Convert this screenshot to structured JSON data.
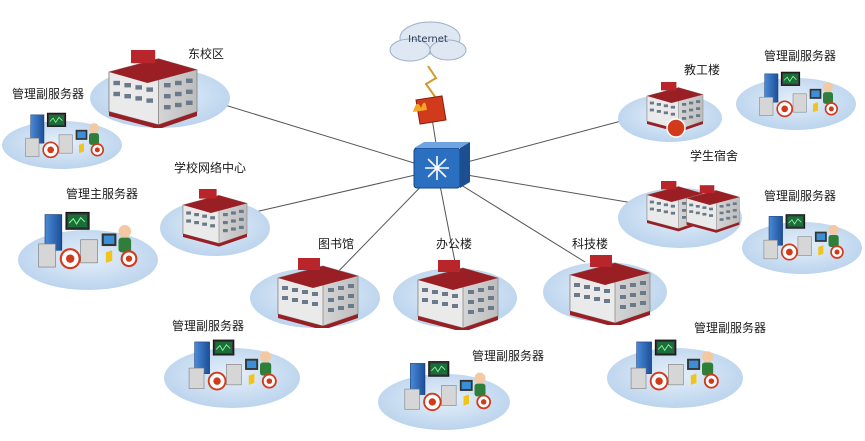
{
  "diagram": {
    "internet_label": "Internet",
    "hub_icon": "network-switch-icon",
    "firewall_icon": "firewall-icon",
    "nodes": {
      "east_campus": "东校区",
      "network_center": "学校网络中心",
      "library": "图书馆",
      "office_building": "办公楼",
      "tech_building": "科技楼",
      "staff_building": "教工楼",
      "student_dorm": "学生宿舍"
    },
    "servers": {
      "sub_server_label": "管理副服务器",
      "main_server_label": "管理主服务器"
    },
    "colors": {
      "platform": "#c9ddf0",
      "building_roof": "#9a1f24",
      "link_line": "#555555",
      "switch_blue": "#2a6fc0",
      "firewall_red": "#d23a1c",
      "cloud": "#dfe8f2"
    }
  }
}
